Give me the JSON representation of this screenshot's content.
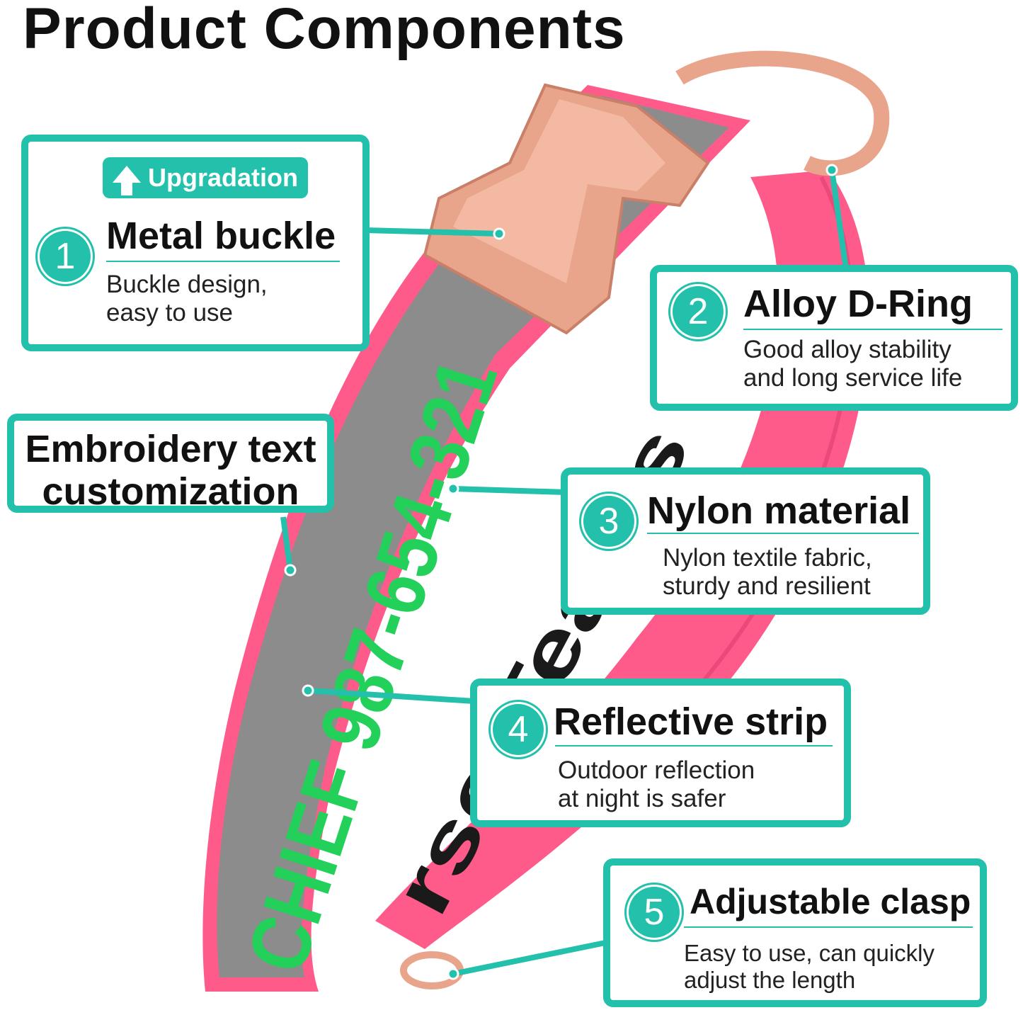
{
  "title": "Product Components",
  "collar_text": {
    "reflective": "CHIEF 987-654-321",
    "strap": "rse-Teams"
  },
  "colors": {
    "accent": "#23c0ab",
    "pink": "#ff5b8a",
    "reflective": "#8c8c8c",
    "rose_gold": "#e9a48c",
    "embroidery": "#22d05a"
  },
  "embroidery_callout": {
    "line1": "Embroidery text",
    "line2": "customization"
  },
  "components": [
    {
      "number": "1",
      "badge": "Upgradation",
      "title": "Metal buckle",
      "desc1": "Buckle design,",
      "desc2": "easy to use"
    },
    {
      "number": "2",
      "title": "Alloy D-Ring",
      "desc1": "Good alloy stability",
      "desc2": "and long service life"
    },
    {
      "number": "3",
      "title": "Nylon material",
      "desc1": "Nylon textile fabric,",
      "desc2": "sturdy and resilient"
    },
    {
      "number": "4",
      "title": "Reflective strip",
      "desc1": "Outdoor reflection",
      "desc2": "at night is safer"
    },
    {
      "number": "5",
      "title": "Adjustable clasp",
      "desc1": "Easy to use, can quickly",
      "desc2": "adjust the length"
    }
  ]
}
